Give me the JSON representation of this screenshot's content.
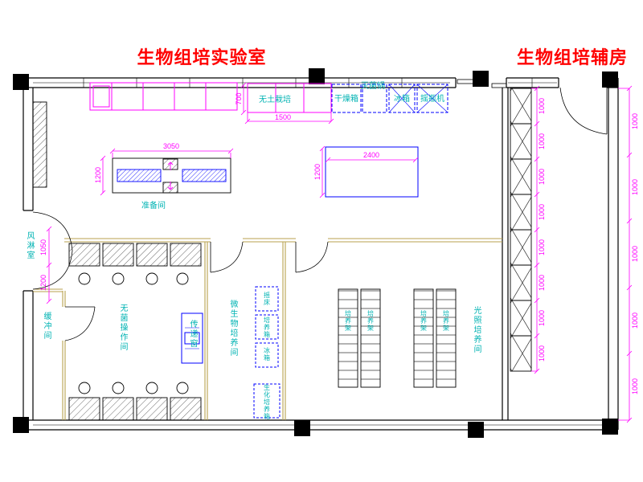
{
  "titles": {
    "lab": "生物组培实验室",
    "aux": "生物组培辅房"
  },
  "rooms": {
    "prep": "准备间",
    "air_shower": "风淋室",
    "buffer": "缓冲间",
    "aseptic": "无菌操作间",
    "microbe": "微生物培养间",
    "light": "光照培养间"
  },
  "equipment": {
    "soilless": "无土栽培",
    "drying_oven": "干燥箱",
    "autoclave": "灭菌锅",
    "fridge": "冰箱",
    "flask_shaker": "摇瓶机",
    "pass_window": "传递窗",
    "shaker": "摇床",
    "incubator": "培养箱",
    "biochem_incubator": "生化培养箱",
    "rack": "培养架"
  },
  "dims": {
    "d700": "700",
    "d1500": "1500",
    "d3050": "3050",
    "d1200": "1200",
    "d2400": "2400",
    "d1050": "1050",
    "d1000": "1000"
  },
  "colors": {
    "title": "#ff0000",
    "label": "#00b3b3",
    "dimension": "#ff00ff",
    "equipment": "#0000ff",
    "wall": "#000000",
    "partition": "#b8a24f"
  }
}
